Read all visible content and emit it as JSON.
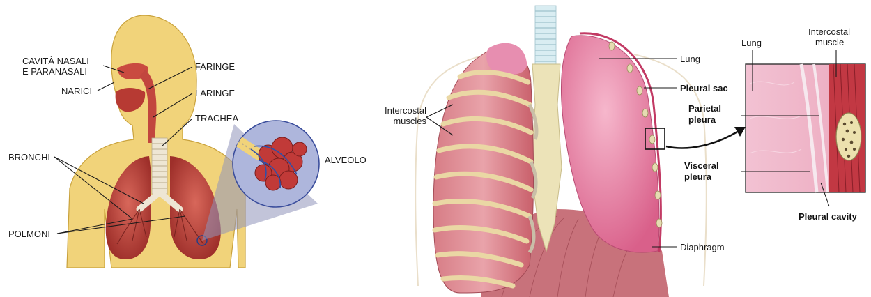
{
  "left_diagram": {
    "labels": {
      "cavita_line1": "CAVITÀ NASALI",
      "cavita_line2": "E PARANASALI",
      "narici": "NARICI",
      "faringe": "FARINGE",
      "laringe": "LARINGE",
      "trachea": "TRACHEA",
      "bronchi": "BRONCHI",
      "alveolo": "ALVEOLO",
      "polmoni": "POLMONI"
    }
  },
  "right_diagram": {
    "labels": {
      "lung": "Lung",
      "pleural_sac": "Pleural sac",
      "intercostal_muscles_line1": "Intercostal",
      "intercostal_muscles_line2": "muscles",
      "diaphragm": "Diaphragm"
    },
    "inset_labels": {
      "lung": "Lung",
      "intercostal_muscle_line1": "Intercostal",
      "intercostal_muscle_line2": "muscle",
      "parietal_pleura_line1": "Parietal",
      "parietal_pleura_line2": "pleura",
      "visceral_pleura_line1": "Visceral",
      "visceral_pleura_line2": "pleura",
      "pleural_cavity": "Pleural cavity"
    }
  },
  "colors": {
    "skin": "#f1d37a",
    "skin_outline": "#c9a23c",
    "lung_red": "#c7463c",
    "lung_pink": "#e98aa8",
    "rib_cream": "#ead7a4",
    "muscle_red": "#b8404a",
    "alveolus_blue": "#3f5ea8",
    "bubble_bg": "#aeb6dc"
  }
}
